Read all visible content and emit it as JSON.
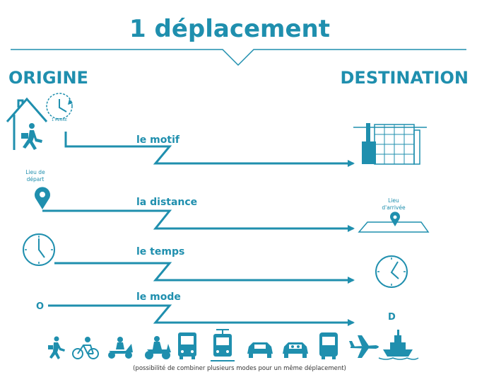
{
  "title": "1 déplacement",
  "origin_label": "ORIGINE",
  "destination_label": "DESTINATION",
  "clock_badge": "1 HEURE",
  "place_labels": {
    "departure_line1": "Lieu de",
    "departure_line2": "départ",
    "arrival_line1": "Lieu",
    "arrival_line2": "d'arrivée"
  },
  "rows": [
    {
      "label": "le motif"
    },
    {
      "label": "la distance"
    },
    {
      "label": "le temps"
    },
    {
      "label": "le mode"
    }
  ],
  "mode_markers": {
    "origin": "O",
    "destination": "D"
  },
  "transport_modes": [
    {
      "icon": "walking-person-icon"
    },
    {
      "icon": "bicycle-icon"
    },
    {
      "icon": "scooter-icon"
    },
    {
      "icon": "motorcycle-icon"
    },
    {
      "icon": "bus-icon"
    },
    {
      "icon": "tram-icon"
    },
    {
      "icon": "car-icon"
    },
    {
      "icon": "carpool-car-icon"
    },
    {
      "icon": "coach-icon"
    },
    {
      "icon": "airplane-icon"
    },
    {
      "icon": "ship-icon"
    }
  ],
  "footnote": "(possibilité de combiner plusieurs modes pour un même déplacement)",
  "colors": {
    "accent": "#1f8fae",
    "text_dark": "#333333"
  }
}
